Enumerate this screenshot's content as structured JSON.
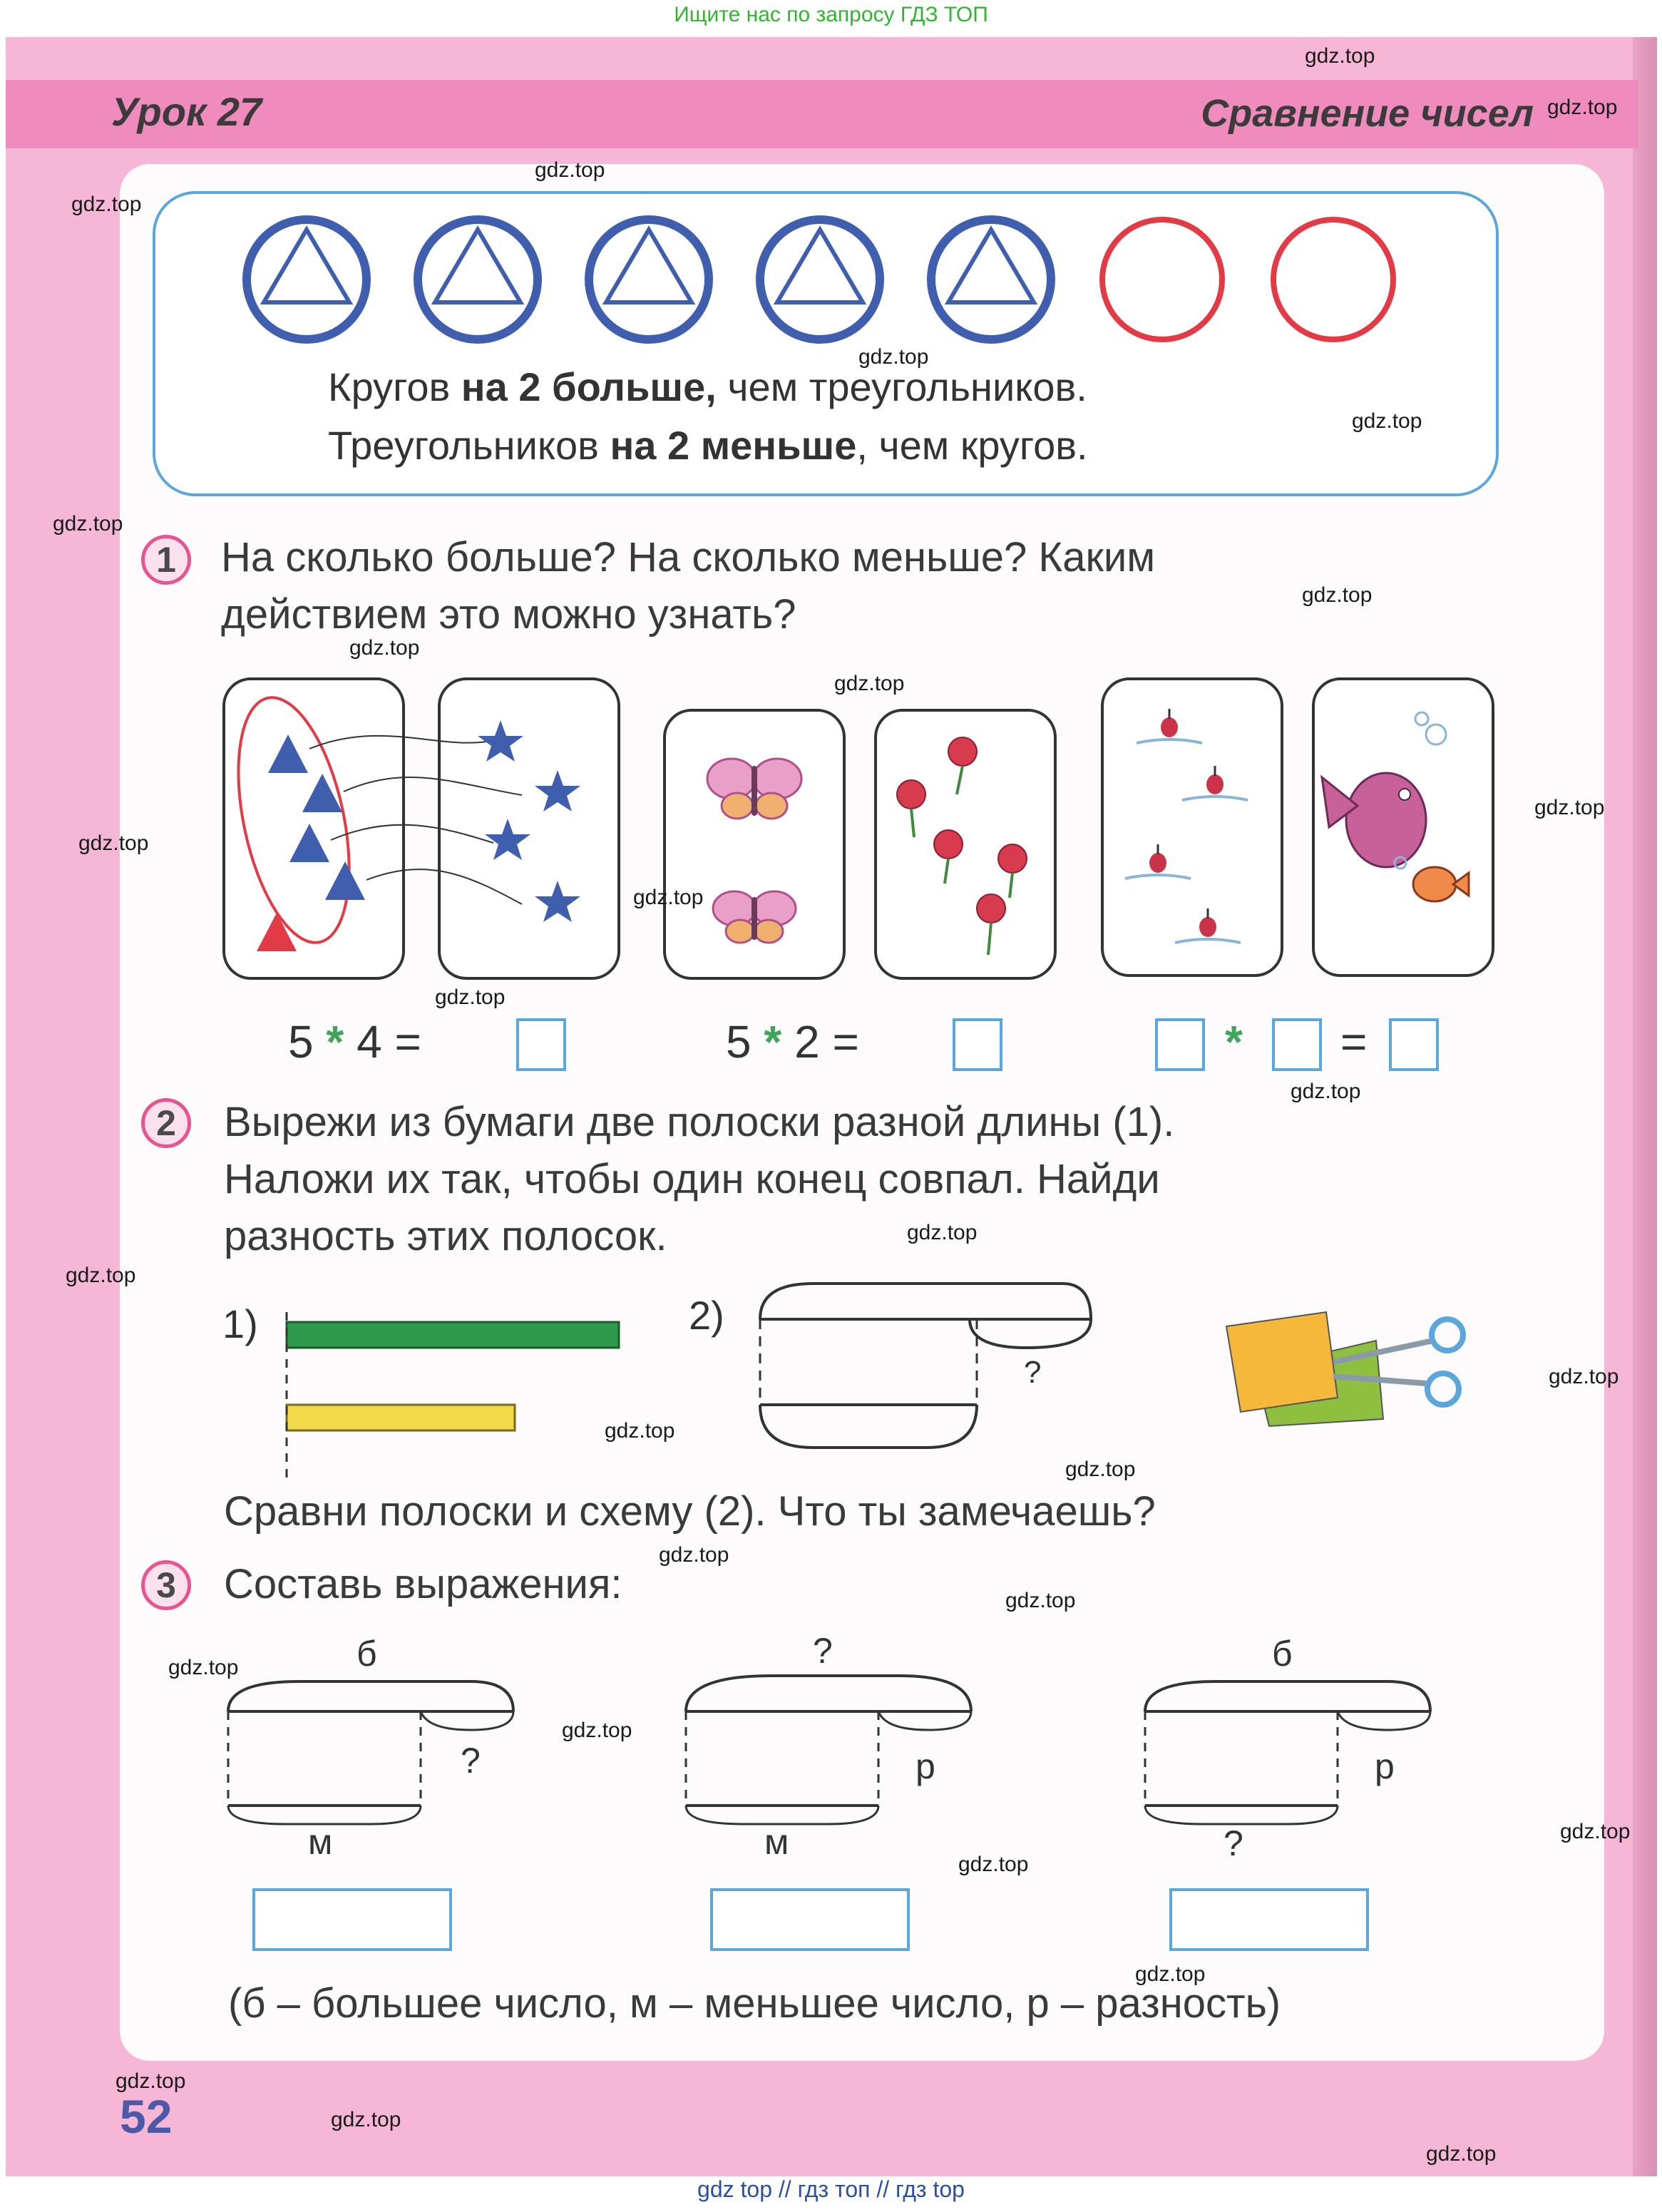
{
  "top_note": "Ищите нас по запросу ГДЗ ТОП",
  "bottom_note": "gdz top  //  гдз топ  //  гдз top",
  "header": {
    "lesson": "Урок 27",
    "topic": "Сравнение чисел"
  },
  "info": {
    "line1": {
      "pre": "Кругов ",
      "bold": "на 2 больше,",
      "post": " чем треугольников."
    },
    "line2": {
      "pre": "Треугольников ",
      "bold": "на 2 меньше",
      "post": ", чем кругов."
    }
  },
  "task1": {
    "number": "1",
    "line1": "На сколько больше? На сколько меньше? Каким",
    "line2": "действием это можно узнать?",
    "eq1": {
      "a": "5",
      "op": "*",
      "b": "4",
      "eq": "="
    },
    "eq2": {
      "a": "5",
      "op": "*",
      "b": "2",
      "eq": "="
    },
    "eq3": {
      "op": "*",
      "eq": "="
    }
  },
  "task2": {
    "number": "2",
    "line1": "Вырежи из бумаги две полоски разной длины (1).",
    "line2": "Наложи их так, чтобы один конец совпал. Найди",
    "line3": "разность этих полосок.",
    "label1": "1)",
    "label2": "2)",
    "q": "?",
    "compare": "Сравни полоски и схему (2). Что ты замечаешь?"
  },
  "task3": {
    "number": "3",
    "title": "Составь выражения:",
    "s1": {
      "top": "б",
      "right": "?",
      "bottom": "м"
    },
    "s2": {
      "top": "?",
      "right": "р",
      "bottom": "м"
    },
    "s3": {
      "top": "б",
      "right": "р",
      "bottom": "?"
    },
    "legend": "(б – большее число, м – меньшее число, р – разность)"
  },
  "page_number": "52",
  "watermark": "gdz.top",
  "colors": {
    "pink_bg": "#f6b7d6",
    "header": "#f08bbd",
    "blue": "#3f5fae",
    "red": "#e23b46",
    "green_strip": "#2f9a4c",
    "yellow_strip": "#f2d94a",
    "box_blue": "#5aa6dd"
  }
}
